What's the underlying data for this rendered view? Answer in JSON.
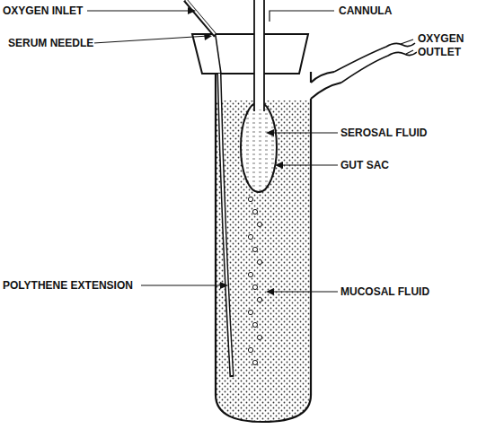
{
  "diagram": {
    "labels": [
      "OXYGEN INLET",
      "SERUM NEEDLE",
      "POLYTHENE EXTENSION",
      "CANNULA",
      "OXYGEN OUTLET",
      "SEROSAL FLUID",
      "GUT SAC",
      "MUCOSAL FLUID"
    ]
  }
}
